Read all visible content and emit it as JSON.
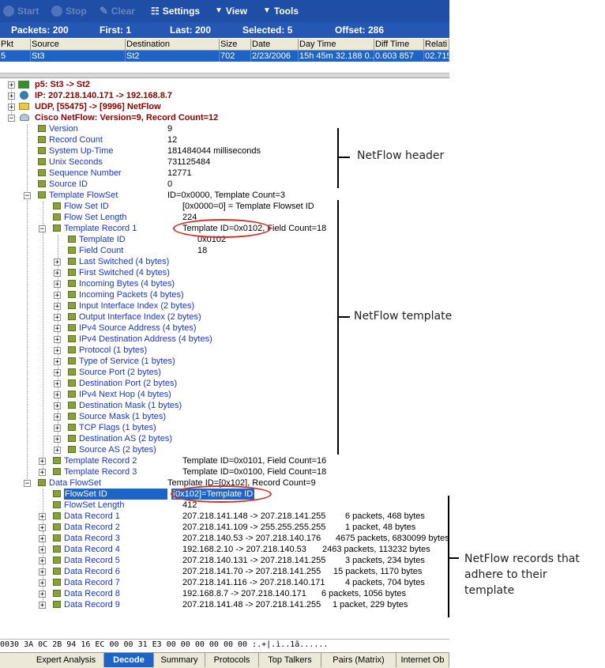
{
  "toolbar": {
    "start": "Start",
    "stop": "Stop",
    "clear": "Clear",
    "settings": "Settings",
    "view": "View",
    "tools": "Tools"
  },
  "stats": {
    "packets": "Packets: 200",
    "first": "First: 1",
    "last": "Last: 200",
    "selected": "Selected: 5",
    "offset": "Offset: 286"
  },
  "packet_list": {
    "columns": [
      "Pkt",
      "Source",
      "Destination",
      "Size",
      "Date",
      "Day Time",
      "Diff Time",
      "Relati"
    ],
    "row": [
      "5",
      "St3",
      "St2",
      "702",
      "2/23/2006",
      "15h 45m 32.188 0...",
      "0.603 857",
      "02.715"
    ]
  },
  "tree": {
    "p5": "p5:  St3 -> St2",
    "ip": "IP:    207.218.140.171 -> 192.168.8.7",
    "udp": "UDP, [55475]  -> [9996] NetFlow",
    "cisco": "Cisco NetFlow: Version=9, Record Count=12",
    "header": [
      {
        "label": "Version",
        "value": "9"
      },
      {
        "label": "Record Count",
        "value": "12"
      },
      {
        "label": "System Up-Time",
        "value": "181484044 milliseconds"
      },
      {
        "label": "Unix Seconds",
        "value": "731125484"
      },
      {
        "label": "Sequence Number",
        "value": "12771"
      },
      {
        "label": "Source ID",
        "value": "0"
      }
    ],
    "template_flowset": {
      "label": "Template FlowSet",
      "value": "ID=0x0000, Template Count=3"
    },
    "tf_items": [
      {
        "label": "Flow Set ID",
        "value": "[0x0000=0] = Template Flowset ID"
      },
      {
        "label": "Flow Set Length",
        "value": "224"
      }
    ],
    "template_record_1": {
      "label": "Template Record 1",
      "value": "Template ID=0x0102, Field Count=18"
    },
    "tr1_items": [
      {
        "label": "Template ID",
        "value": "0x0102"
      },
      {
        "label": "Field Count",
        "value": "18"
      }
    ],
    "fields": [
      "Last Switched (4 bytes)",
      "First Switched (4 bytes)",
      "Incoming Bytes (4 bytes)",
      "Incoming Packets (4 bytes)",
      "Input Interface Index (2 bytes)",
      "Output Interface Index (2 bytes)",
      "IPv4 Source Address (4 bytes)",
      "IPv4 Destination Address (4 bytes)",
      "Protocol (1 bytes)",
      "Type of Service (1 bytes)",
      "Source Port (2 bytes)",
      "Destination Port (2 bytes)",
      "IPv4 Next Hop (4 bytes)",
      "Destination Mask (1 bytes)",
      "Source Mask (1 bytes)",
      "TCP Flags (1 bytes)",
      "Destination AS (2 bytes)",
      "Source AS (2 bytes)"
    ],
    "template_record_2": {
      "label": "Template Record 2",
      "value": "Template ID=0x0101, Field Count=16"
    },
    "template_record_3": {
      "label": "Template Record 3",
      "value": "Template ID=0x0100, Field Count=18"
    },
    "data_flowset": {
      "label": "Data FlowSet",
      "value": "Template ID=[0x102], Record Count=9"
    },
    "df_items": [
      {
        "label": "FlowSet ID",
        "value": "[0x102]=Template ID"
      },
      {
        "label": "FlowSet Length",
        "value": "412"
      }
    ],
    "data_records": [
      {
        "label": "Data Record 1",
        "flow": "207.218.141.148 -> 207.218.141.255",
        "stats": "6 packets, 468 bytes"
      },
      {
        "label": "Data Record 2",
        "flow": "207.218.141.109 -> 255.255.255.255",
        "stats": "1 packet, 48 bytes"
      },
      {
        "label": "Data Record 3",
        "flow": "207.218.140.53 -> 207.218.140.176",
        "stats": "4675 packets, 6830099 bytes"
      },
      {
        "label": "Data Record 4",
        "flow": "192.168.2.10 -> 207.218.140.53",
        "stats": "2463 packets, 113232 bytes"
      },
      {
        "label": "Data Record 5",
        "flow": "207.218.140.131 -> 207.218.141.255",
        "stats": "3 packets, 234 bytes"
      },
      {
        "label": "Data Record 6",
        "flow": "207.218.141.70 -> 207.218.141.255",
        "stats": "15 packets, 1170 bytes"
      },
      {
        "label": "Data Record 7",
        "flow": "207.218.141.116 -> 207.218.140.171",
        "stats": "4 packets, 704 bytes"
      },
      {
        "label": "Data Record 8",
        "flow": "192.168.8.7 -> 207.218.140.171",
        "stats": "6 packets, 1056 bytes"
      },
      {
        "label": "Data Record 9",
        "flow": "207.218.141.48 -> 207.218.141.255",
        "stats": "1 packet, 229 bytes"
      }
    ]
  },
  "hex": "0030  3A 0C 2B 94 16 EC 00 00   31 E3 00 00 00 00 00 00   :.+|.ì..1ã......",
  "tabs": [
    "Expert Analysis",
    "Decode",
    "Summary",
    "Protocols",
    "Top Talkers",
    "Pairs (Matrix)",
    "Internet Ob"
  ],
  "annotations": {
    "header": "NetFlow header",
    "template": "NetFlow template",
    "records": "NetFlow records that adhere to their template"
  },
  "colors": {
    "toolbar": "#1e4ea6",
    "selection": "#1e63c6",
    "highlight_ellipse": "#d0302a",
    "tree_label": "#1a36c8"
  }
}
